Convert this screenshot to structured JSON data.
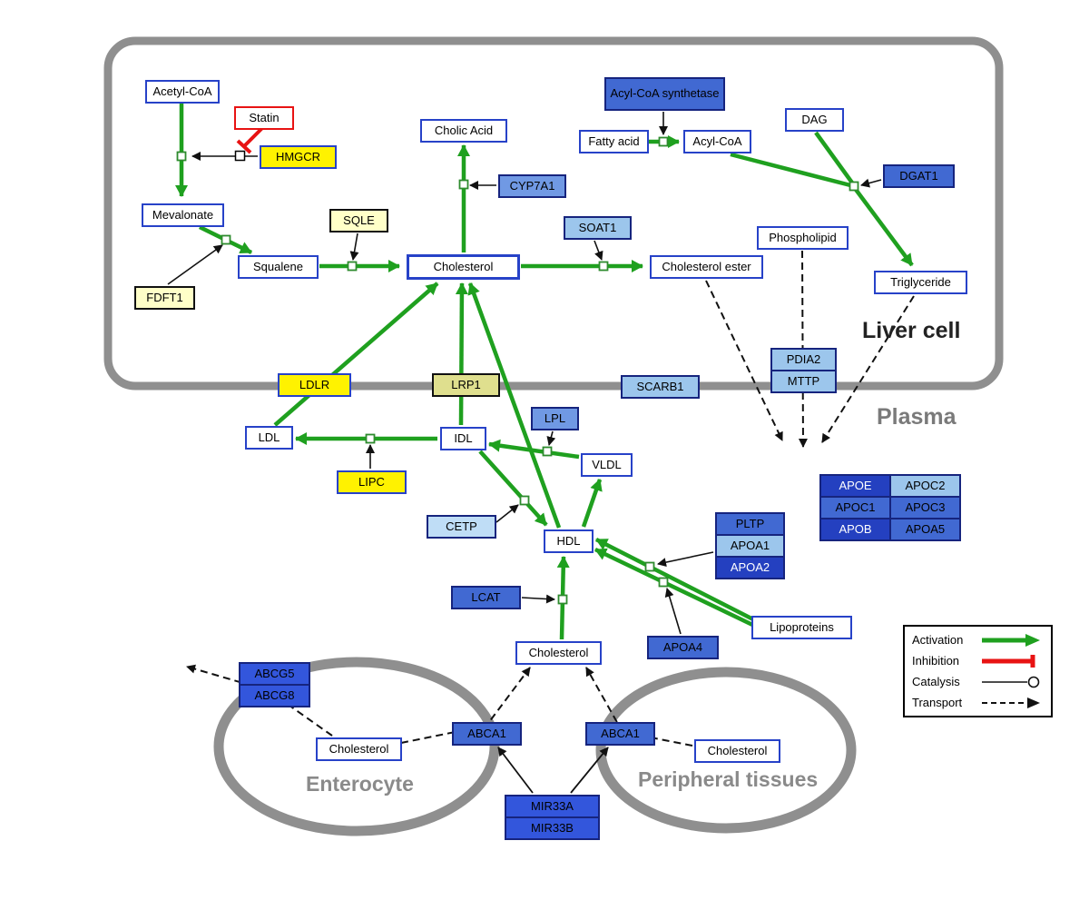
{
  "compartments": {
    "liver": "Liver cell",
    "plasma": "Plasma",
    "enterocyte": "Enterocyte",
    "peripheral": "Peripheral tissues"
  },
  "nodes": {
    "acetyl_coa": "Acetyl-CoA",
    "statin": "Statin",
    "hmgcr": "HMGCR",
    "mevalonate": "Mevalonate",
    "sqle": "SQLE",
    "fdft1": "FDFT1",
    "squalene": "Squalene",
    "cholesterol_liver": "Cholesterol",
    "cholic_acid": "Cholic Acid",
    "cyp7a1": "CYP7A1",
    "soat1": "SOAT1",
    "cholesterol_ester": "Cholesterol ester",
    "acyl_coa_synthetase": "Acyl-CoA synthetase",
    "fatty_acid": "Fatty acid",
    "acyl_coa": "Acyl-CoA",
    "dag": "DAG",
    "dgat1": "DGAT1",
    "phospholipid": "Phospholipid",
    "triglyceride": "Triglyceride",
    "ldlr": "LDLR",
    "lrp1": "LRP1",
    "scarb1": "SCARB1",
    "pdia2": "PDIA2",
    "mttp": "MTTP",
    "ldl": "LDL",
    "idl": "IDL",
    "lpl": "LPL",
    "vldl": "VLDL",
    "lipc": "LIPC",
    "cetp": "CETP",
    "hdl": "HDL",
    "pltp": "PLTP",
    "apoa1": "APOA1",
    "apoa2": "APOA2",
    "lcat": "LCAT",
    "apoa4": "APOA4",
    "lipoproteins": "Lipoproteins",
    "apoe": "APOE",
    "apoc2": "APOC2",
    "apoc1": "APOC1",
    "apoc3": "APOC3",
    "apob": "APOB",
    "apoa5": "APOA5",
    "cholesterol_plasma": "Cholesterol",
    "abcg5": "ABCG5",
    "abcg8": "ABCG8",
    "cholesterol_enterocyte": "Cholesterol",
    "abca1_enterocyte": "ABCA1",
    "abca1_peripheral": "ABCA1",
    "cholesterol_peripheral": "Cholesterol",
    "mir33a": "MIR33A",
    "mir33b": "MIR33B"
  },
  "legend": {
    "activation": "Activation",
    "inhibition": "Inhibition",
    "catalysis": "Catalysis",
    "transport": "Transport"
  },
  "colors": {
    "activation_green": "#1FA01F",
    "inhibition_red": "#E81313",
    "membrane_gray": "#8F8F8F",
    "metabolite_border_blue": "#2742C8",
    "gene_yellow": "#FFF200",
    "gene_cream": "#FFFFC8",
    "gene_blue_light": "#9CC6EC",
    "gene_blue_medium": "#4169D2",
    "gene_blue_dark": "#2440C0"
  }
}
